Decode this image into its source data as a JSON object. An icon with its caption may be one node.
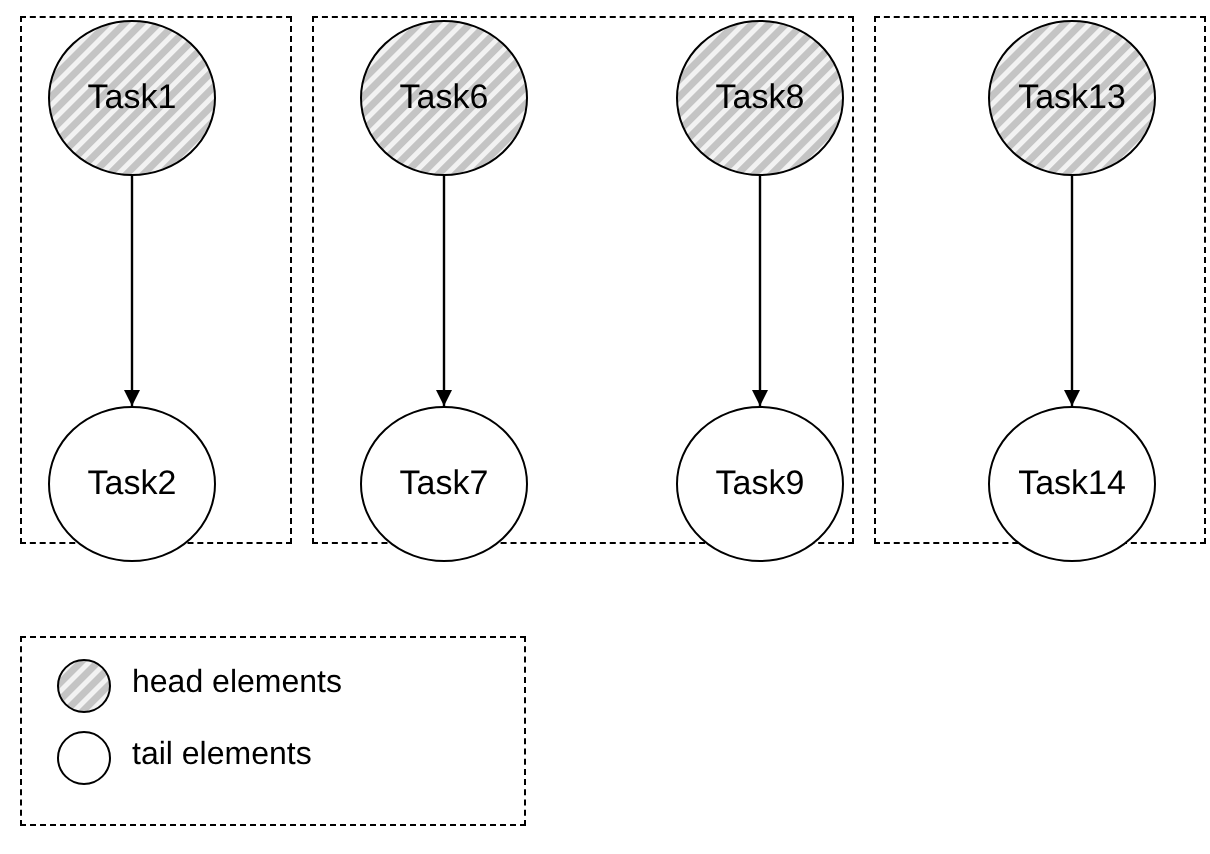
{
  "diagram": {
    "nodes": [
      {
        "text": [],
        "shape": "box"
      },
      {
        "text": [
          "Task1"
        ],
        "in": 0
      },
      {
        "text": [
          "Task2"
        ],
        "in": 0
      },
      {
        "text": [],
        "shape": "box"
      },
      {
        "text": [
          "Task6"
        ],
        "in": 3
      },
      {
        "text": [
          "Task7"
        ],
        "in": 3
      },
      {
        "text": [
          "Task8"
        ],
        "in": 3
      },
      {
        "text": [
          "Task9"
        ],
        "in": 3
      },
      {
        "text": [],
        "shape": "box"
      },
      {
        "text": [
          "Task13"
        ],
        "in": 8
      },
      {
        "text": [
          "Task14"
        ],
        "in": 8
      }
    ],
    "edges": [
      {
        "from": 1,
        "to": 2,
        "arrow": "to"
      },
      {
        "from": 4,
        "to": 5,
        "arrow": "to"
      },
      {
        "from": 6,
        "to": 7,
        "arrow": "to"
      },
      {
        "from": 9,
        "to": 10,
        "arrow": "to"
      }
    ],
    "legend": [
      {
        "text": "head elements"
      },
      {
        "text": "tail elements"
      }
    ]
  }
}
